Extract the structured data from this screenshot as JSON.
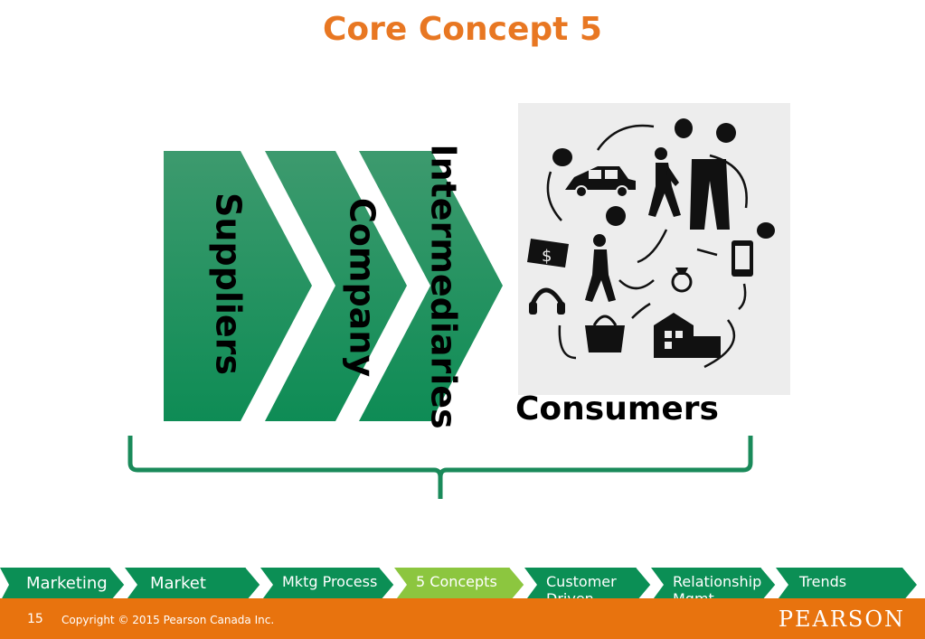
{
  "slide": {
    "title": "Core Concept 5"
  },
  "diagram": {
    "stages": [
      "Suppliers",
      "Company",
      "Intermediaries"
    ],
    "consumers_label": "Consumers",
    "colors": {
      "chevron_top": "#3d9a6e",
      "chevron_bottom": "#0e8c55",
      "bracket": "#1a8a5a"
    }
  },
  "nav": {
    "items": [
      {
        "label": "Marketing",
        "state": "normal"
      },
      {
        "label": "Market",
        "state": "normal"
      },
      {
        "label": "Mktg Process",
        "state": "normal"
      },
      {
        "label": "5 Concepts",
        "state": "active"
      },
      {
        "label": "Customer Driven",
        "state": "normal"
      },
      {
        "label": "Relationship Mgmt.",
        "state": "normal"
      },
      {
        "label": "Trends",
        "state": "normal"
      }
    ],
    "colors": {
      "normal": "#0b8f55",
      "active": "#8cc63f"
    }
  },
  "footer": {
    "page_number": "15",
    "copyright": "Copyright © 2015 Pearson Canada Inc.",
    "logo": "PEARSON",
    "color": "#e8730e"
  }
}
